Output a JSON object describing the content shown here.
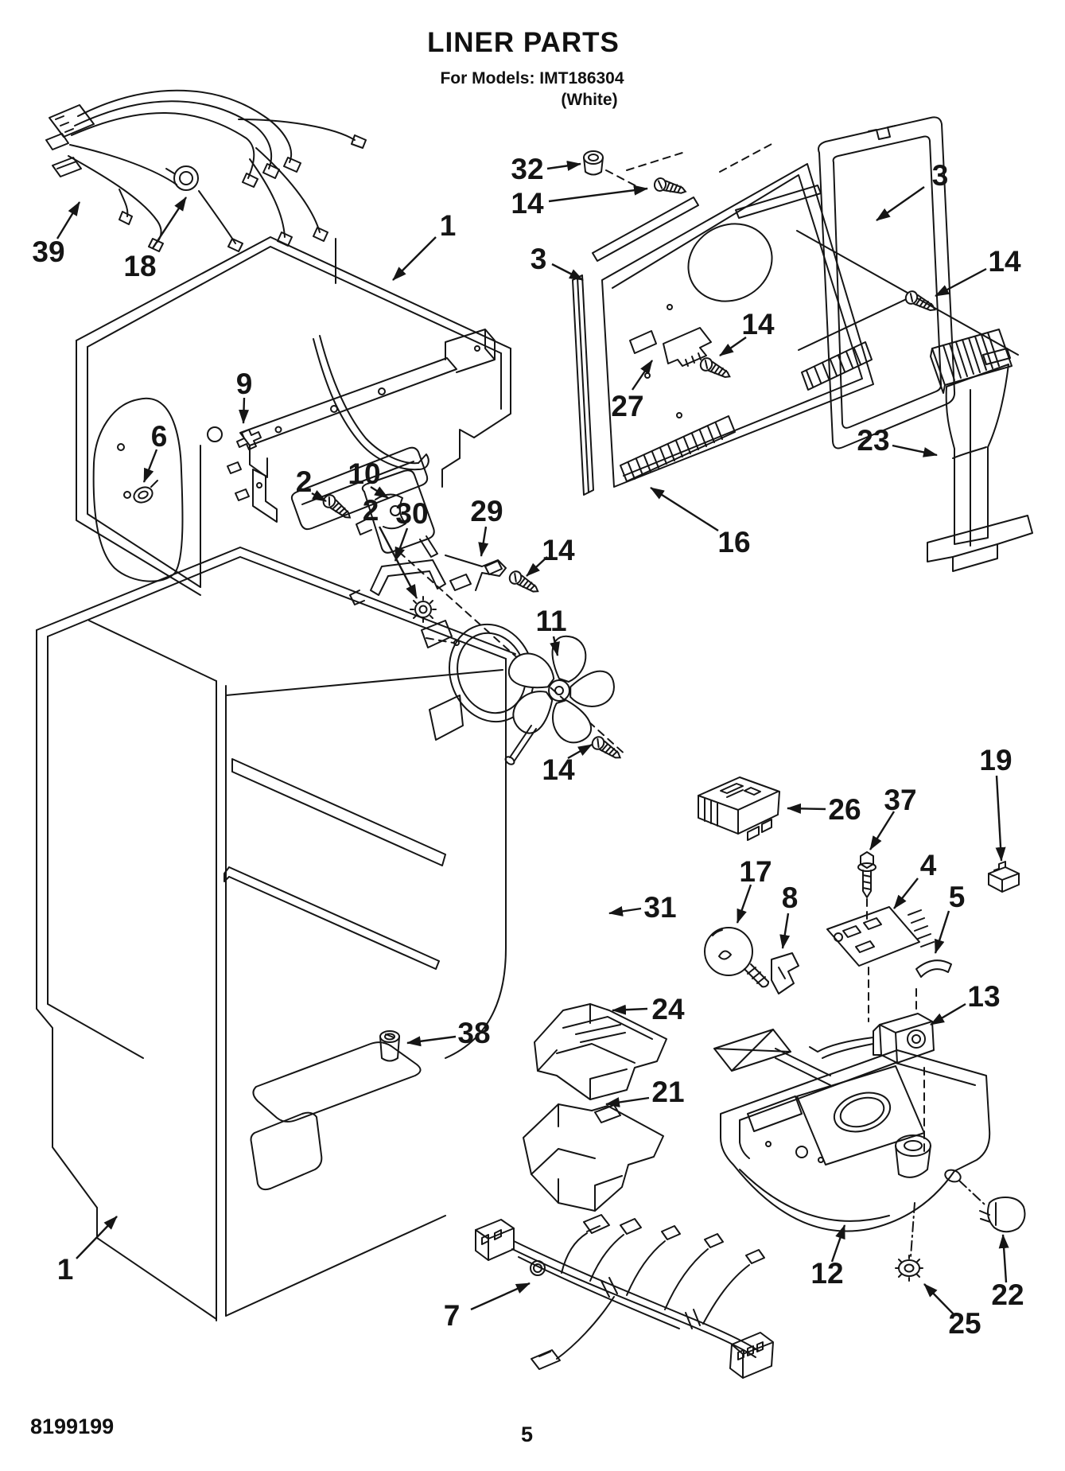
{
  "header": {
    "title": "LINER PARTS",
    "models_line": "For Models: IMT186304",
    "finish_line": "(White)"
  },
  "footer": {
    "doc_number": "8199199",
    "page_number": "5"
  },
  "colors": {
    "ink": "#151515",
    "paper": "#ffffff"
  },
  "callouts": {
    "n1a": "1",
    "n1b": "1",
    "n2a": "2",
    "n2b": "2",
    "n3a": "3",
    "n3b": "3",
    "n4": "4",
    "n5": "5",
    "n6": "6",
    "n7": "7",
    "n8": "8",
    "n9": "9",
    "n10": "10",
    "n11": "11",
    "n12": "12",
    "n13": "13",
    "n14a": "14",
    "n14b": "14",
    "n14c": "14",
    "n14d": "14",
    "n14e": "14",
    "n16": "16",
    "n17": "17",
    "n18": "18",
    "n19": "19",
    "n21": "21",
    "n22": "22",
    "n23": "23",
    "n24": "24",
    "n25": "25",
    "n26": "26",
    "n27": "27",
    "n29": "29",
    "n30": "30",
    "n31": "31",
    "n32": "32",
    "n37": "37",
    "n38": "38",
    "n39": "39"
  }
}
